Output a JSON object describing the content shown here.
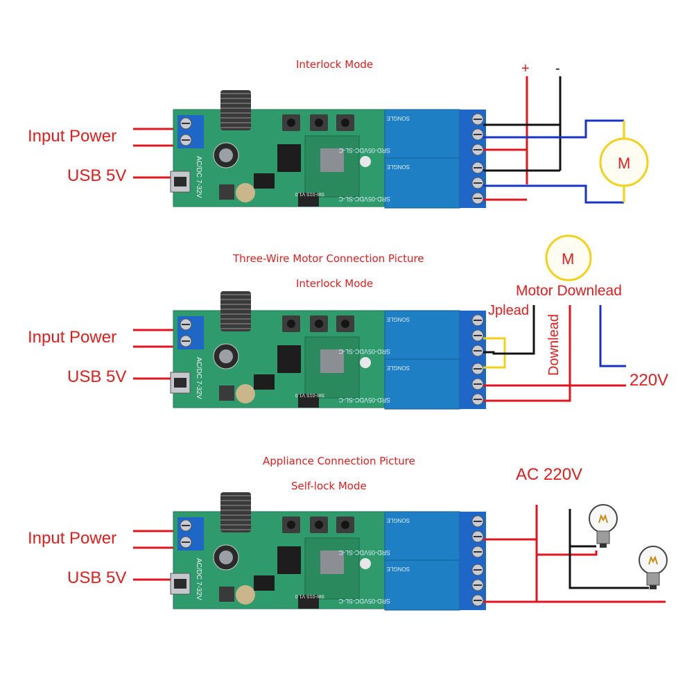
{
  "panels": [
    {
      "title_top": "Interlock Mode",
      "title_bottom": "",
      "input_power": "Input Power",
      "usb": "USB 5V",
      "plus": "+",
      "minus": "-",
      "motor": "M"
    },
    {
      "title_top": "Three-Wire Motor Connection Picture",
      "title_bottom": "Interlock Mode",
      "input_power": "Input Power",
      "usb": "USB 5V",
      "motor": "M",
      "motor_download": "Motor Downlead",
      "uplead": "Jplead",
      "downlead": "Downlead",
      "voltage": "220V"
    },
    {
      "title_top": "Appliance Connection Picture",
      "title_bottom": "Self-lock Mode",
      "input_power": "Input Power",
      "usb": "USB 5V",
      "ac": "AC 220V"
    }
  ],
  "board": {
    "relay_model": "SRD-05VDC-SL-C",
    "relay_brand": "SONGLE",
    "voltage_range": "AC/DC 7-32V",
    "module_label": "SW-01S V1.0"
  },
  "colors": {
    "label": "#e11d1d",
    "pcb": "#2f9a6b",
    "relay": "#1f7fc4",
    "terminal": "#1e67c7",
    "wire_red": "#e0141c",
    "wire_black": "#111111",
    "wire_blue": "#1733c4",
    "wire_yellow": "#f2d11a"
  }
}
